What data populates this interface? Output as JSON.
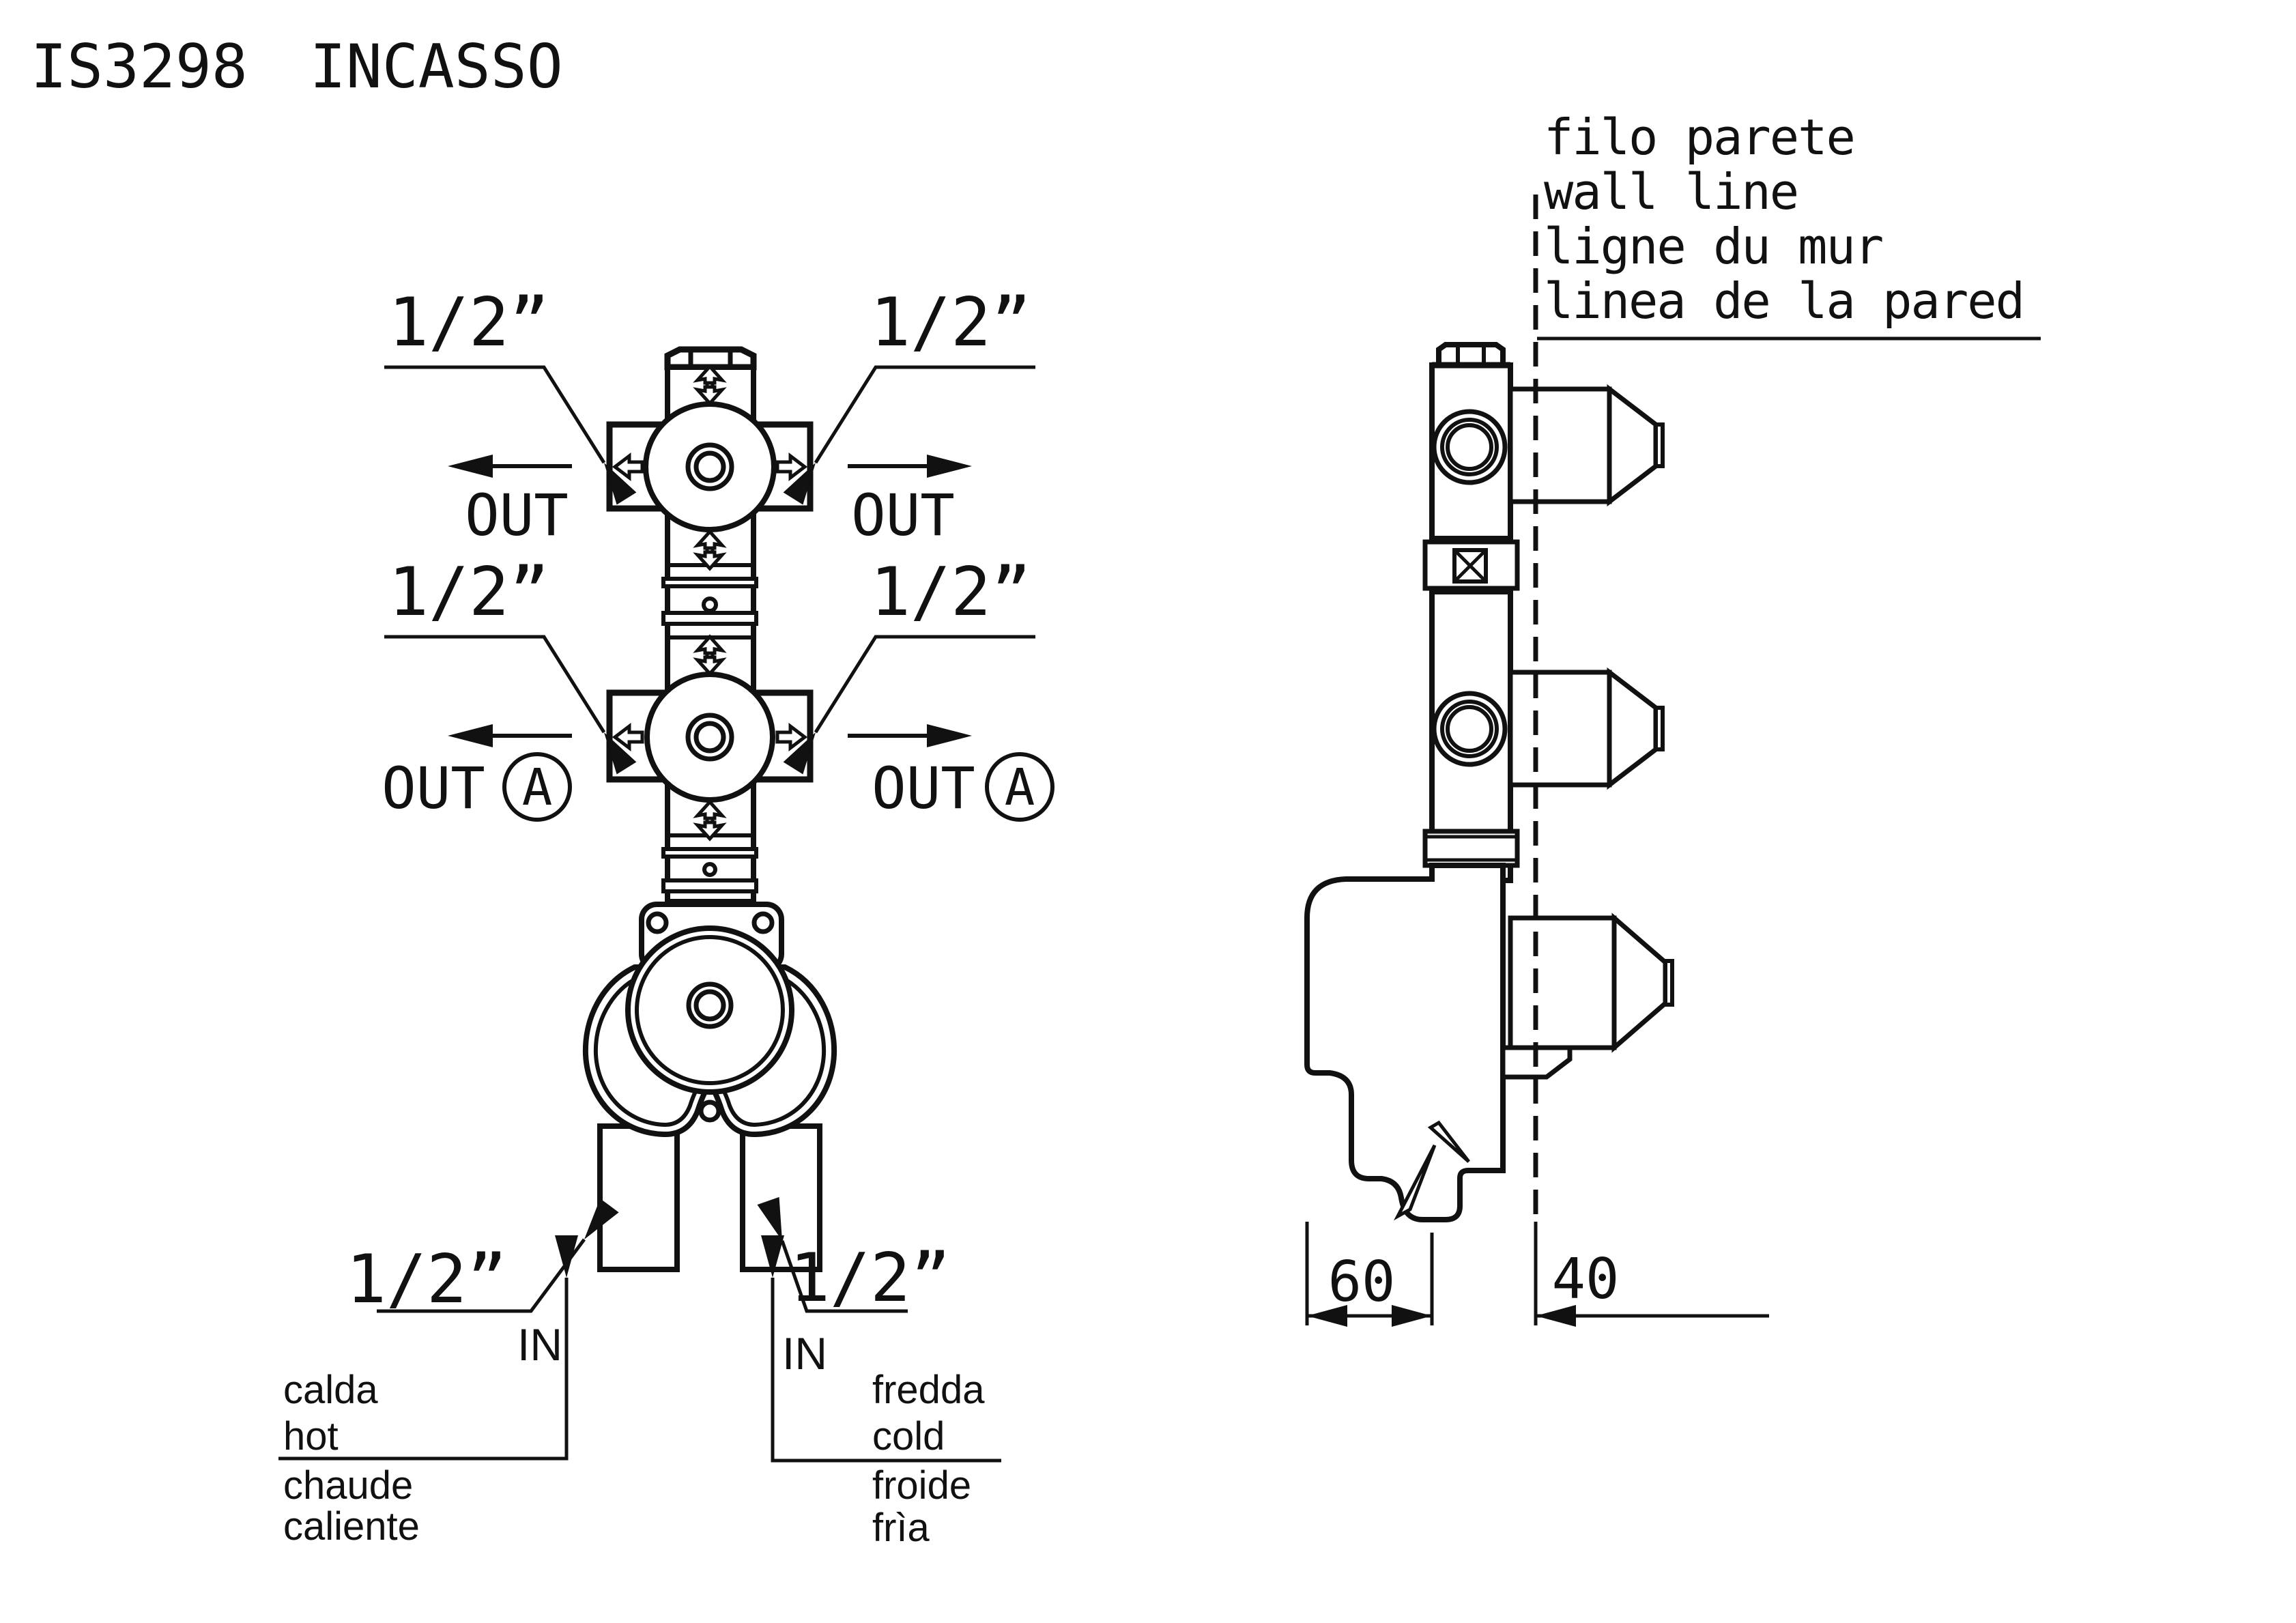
{
  "title": "IS3298 INCASSO",
  "front_view": {
    "half_inch_labels": [
      "1/2”",
      "1/2”",
      "1/2”",
      "1/2”",
      "1/2”",
      "1/2”"
    ],
    "out_left": "OUT",
    "out_right": "OUT",
    "out_a_left": {
      "label": "OUT",
      "badge": "A"
    },
    "out_a_right": {
      "label": "OUT",
      "badge": "A"
    },
    "in_left": "IN",
    "in_right": "IN",
    "hot_words": [
      "calda",
      "hot",
      "chaude",
      "caliente"
    ],
    "cold_words": [
      "fredda",
      "cold",
      "froide",
      "frìa"
    ]
  },
  "side_view": {
    "wall_line_words": [
      "filo parete",
      "wall line",
      "ligne du mur",
      "linea de la pared"
    ],
    "dims": {
      "behind_wall": "60",
      "proud_of_wall": "40"
    }
  },
  "colors": {
    "ink": "#111111",
    "paper": "#ffffff"
  }
}
